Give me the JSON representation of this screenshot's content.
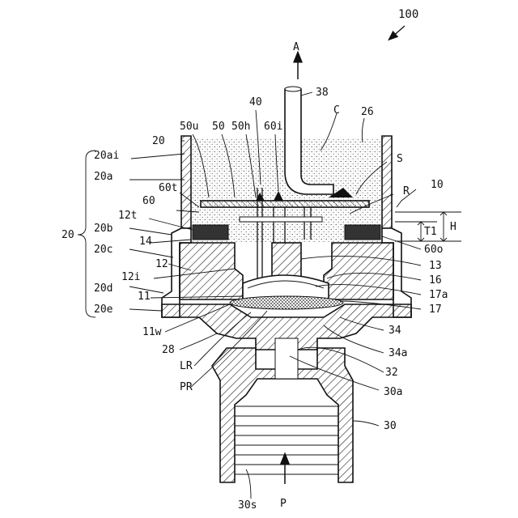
{
  "figure": {
    "number": "100",
    "arrows": {
      "top": "A",
      "bottom": "P"
    },
    "labels": {
      "l38": "38",
      "lC": "C",
      "l26": "26",
      "l40": "40",
      "l50u": "50u",
      "l50": "50",
      "l50h": "50h",
      "l60i": "60i",
      "l20top": "20",
      "l20ai": "20ai",
      "l20a": "20a",
      "l60t": "60t",
      "l60": "60",
      "l12t": "12t",
      "l20b": "20b",
      "l14": "14",
      "l20c": "20c",
      "l12": "12",
      "l12i": "12i",
      "l20d": "20d",
      "l11": "11",
      "l20e": "20e",
      "l11w": "11w",
      "l28": "28",
      "lLR": "LR",
      "lPR": "PR",
      "l30s": "30s",
      "l20left": "20",
      "lS": "S",
      "l10": "10",
      "lR": "R",
      "lT1": "T1",
      "lH": "H",
      "l60o": "60o",
      "l13": "13",
      "l16": "16",
      "l17a": "17a",
      "l17": "17",
      "l34": "34",
      "l34a": "34a",
      "l32": "32",
      "l30a": "30a",
      "l30": "30"
    }
  }
}
